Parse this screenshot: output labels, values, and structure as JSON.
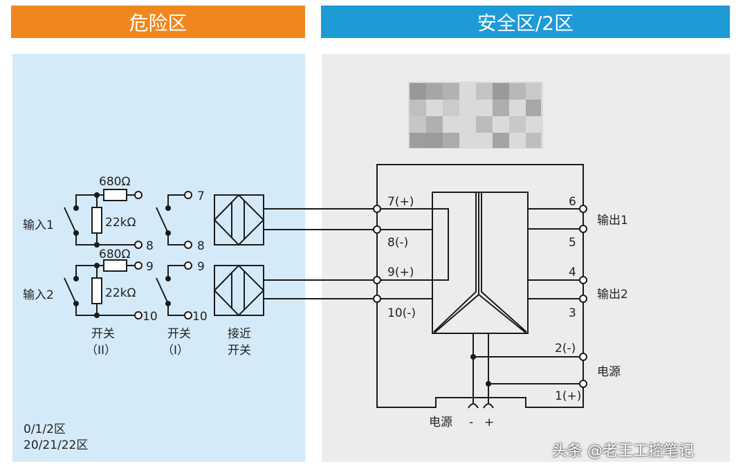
{
  "headers": {
    "hazard": "危险区",
    "safe": "安全区/2区"
  },
  "left": {
    "r680": "680Ω",
    "r22k": "22kΩ",
    "input1": "输入1",
    "input2": "输入2",
    "t7": "7",
    "t8": "8",
    "t9": "9",
    "t10": "10",
    "switch2": [
      "开关",
      "（II）"
    ],
    "switch1": [
      "开关",
      "（I）"
    ],
    "prox": [
      "接近",
      "开关"
    ],
    "zones": [
      "0/1/2区",
      "20/21/22区"
    ]
  },
  "right": {
    "in_terms": [
      "7(+)",
      "8(-)",
      "9(+)",
      "10(-)"
    ],
    "out_terms": [
      "6",
      "5",
      "4",
      "3"
    ],
    "pwr_terms": [
      "2(-)",
      "1(+)"
    ],
    "output1": "输出1",
    "output2": "输出2",
    "power": "电源",
    "bottom_power": "电源",
    "minus": "-",
    "plus": "+"
  },
  "watermark": "头条 @老王工控笔记",
  "colors": {
    "hazard": "#f0871e",
    "safe": "#1e9ad6"
  }
}
